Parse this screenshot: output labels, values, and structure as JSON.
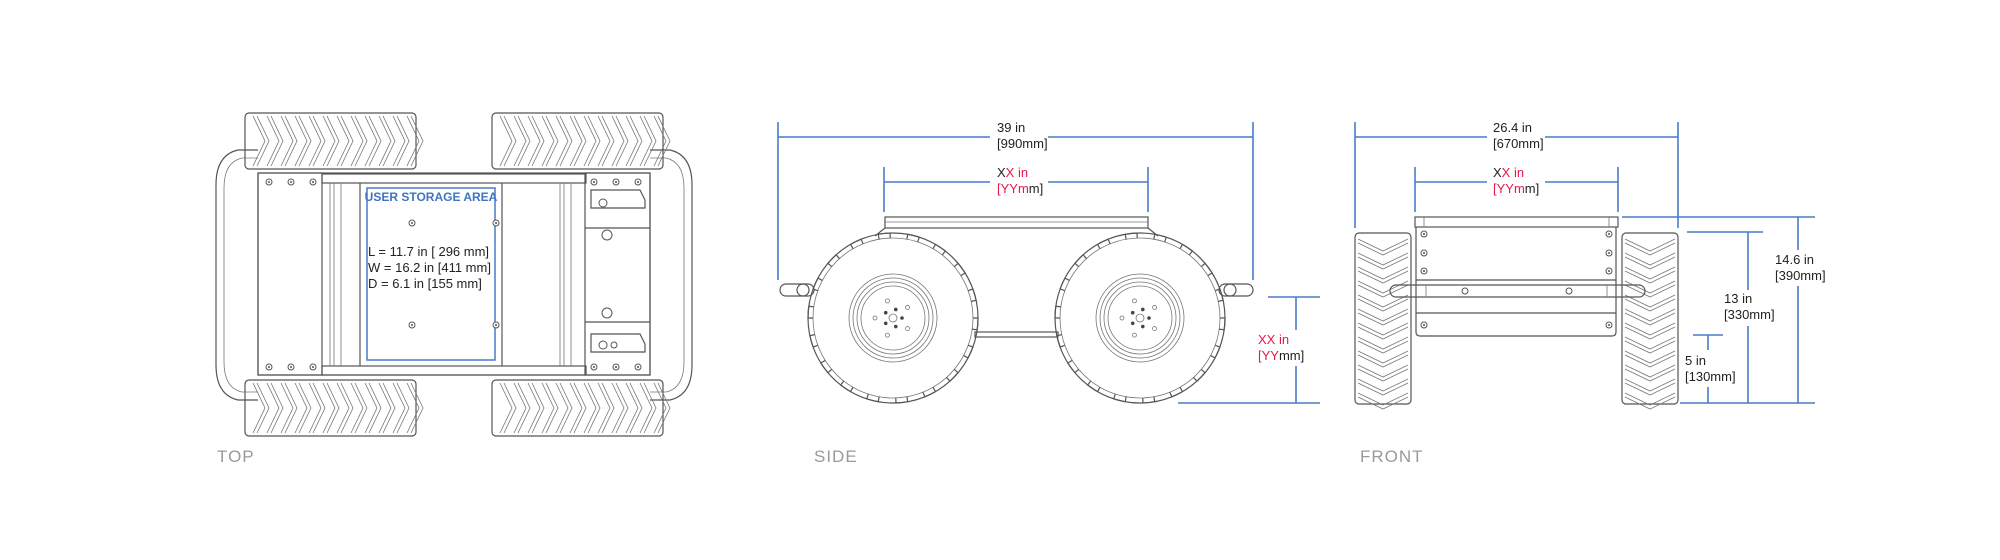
{
  "views": {
    "top": {
      "label": "TOP",
      "storage": {
        "title": "USER STORAGE AREA",
        "length": "L = 11.7 in [ 296 mm]",
        "width": "W = 16.2 in [411 mm]",
        "depth": "D = 6.1 in [155 mm]"
      }
    },
    "side": {
      "label": "SIDE",
      "overall_length": {
        "in": "39 in",
        "mm": "[990mm]"
      },
      "plate_length": {
        "in_black": "X",
        "in_red": "X in",
        "mm_red": "[YYm",
        "mm_black": "m]"
      },
      "clearance": {
        "in_red": "XX in",
        "mm_red": "[YY",
        "mm_black": "mm]"
      }
    },
    "front": {
      "label": "FRONT",
      "overall_width": {
        "in": "26.4 in",
        "mm": "[670mm]"
      },
      "plate_width": {
        "in_black": "X",
        "in_red": "X in",
        "mm_red": "[YYm",
        "mm_black": "m]"
      },
      "overall_height": {
        "in": "14.6 in",
        "mm": "[390mm]"
      },
      "body_height": {
        "in": "13 in",
        "mm": "[330mm]"
      },
      "ground_clearance": {
        "in": "5 in",
        "mm": "[130mm]"
      }
    }
  },
  "colors": {
    "dimension": "#4a7cc7",
    "placeholder": "#e8174a",
    "label": "#9a9a9a"
  }
}
